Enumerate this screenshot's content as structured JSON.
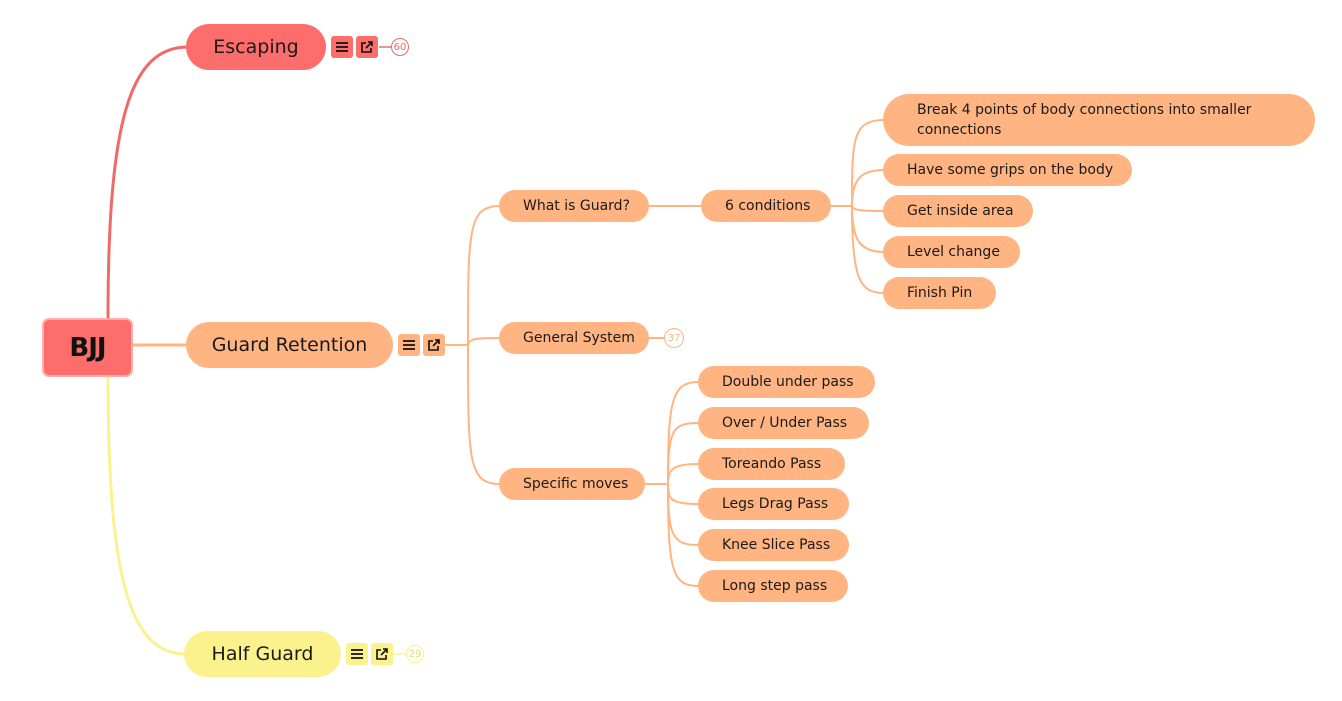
{
  "root": {
    "label": "BJJ"
  },
  "topics": {
    "escaping": {
      "label": "Escaping",
      "count": "60"
    },
    "guard_retention": {
      "label": "Guard Retention"
    },
    "half_guard": {
      "label": "Half Guard",
      "count": "29"
    }
  },
  "guard": {
    "what_is_guard": "What is Guard?",
    "six_conditions": "6 conditions",
    "conditions": [
      "Break 4 points of body connections into smaller connections",
      "Have some grips on the body",
      "Get inside area",
      "Level change",
      "Finish Pin"
    ],
    "general_system": {
      "label": "General System",
      "count": "37"
    },
    "specific_moves": "Specific moves",
    "moves": [
      "Double under pass",
      "Over / Under Pass",
      "Toreando Pass",
      "Legs Drag Pass",
      "Knee Slice Pass",
      "Long step pass"
    ]
  },
  "icons": {
    "notes": "notes-icon",
    "link": "external-link-icon"
  },
  "colors": {
    "red": "#fc6d6b",
    "orange": "#ffb482",
    "yellow": "#fbf28e"
  }
}
